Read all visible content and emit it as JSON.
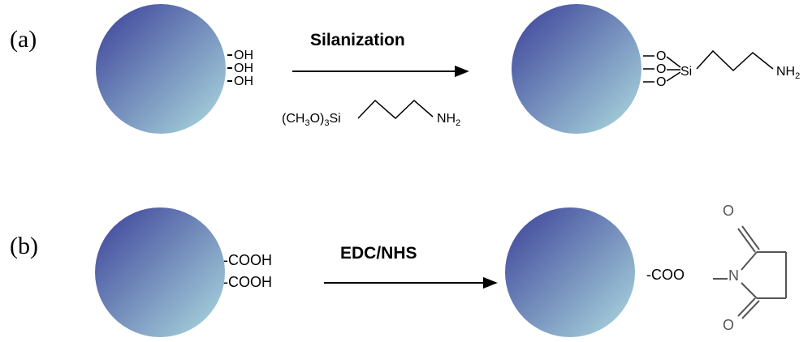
{
  "colors": {
    "sphere_dark": "#3a3f98",
    "sphere_light": "#aedce0",
    "ink": "#000000",
    "gray_ink": "#555555"
  },
  "panel_a": {
    "label": "(a)",
    "surface_groups": [
      "OH",
      "OH",
      "OH"
    ],
    "reaction_label": "Silanization",
    "reagent_prefix": "(CH",
    "reagent_sub1": "3",
    "reagent_mid": "O)",
    "reagent_sub2": "3",
    "reagent_si": "Si",
    "reagent_amine": "NH",
    "reagent_amine_sub": "2",
    "product_oxygens": [
      "O",
      "O",
      "O"
    ],
    "product_si": "Si",
    "product_amine": "NH",
    "product_amine_sub": "2"
  },
  "panel_b": {
    "label": "(b)",
    "surface_groups": [
      "-COOH",
      "-COOH"
    ],
    "reaction_label": "EDC/NHS",
    "product_group": "-COO",
    "nhs_o_top": "O",
    "nhs_n": "N",
    "nhs_o_bottom": "O"
  }
}
